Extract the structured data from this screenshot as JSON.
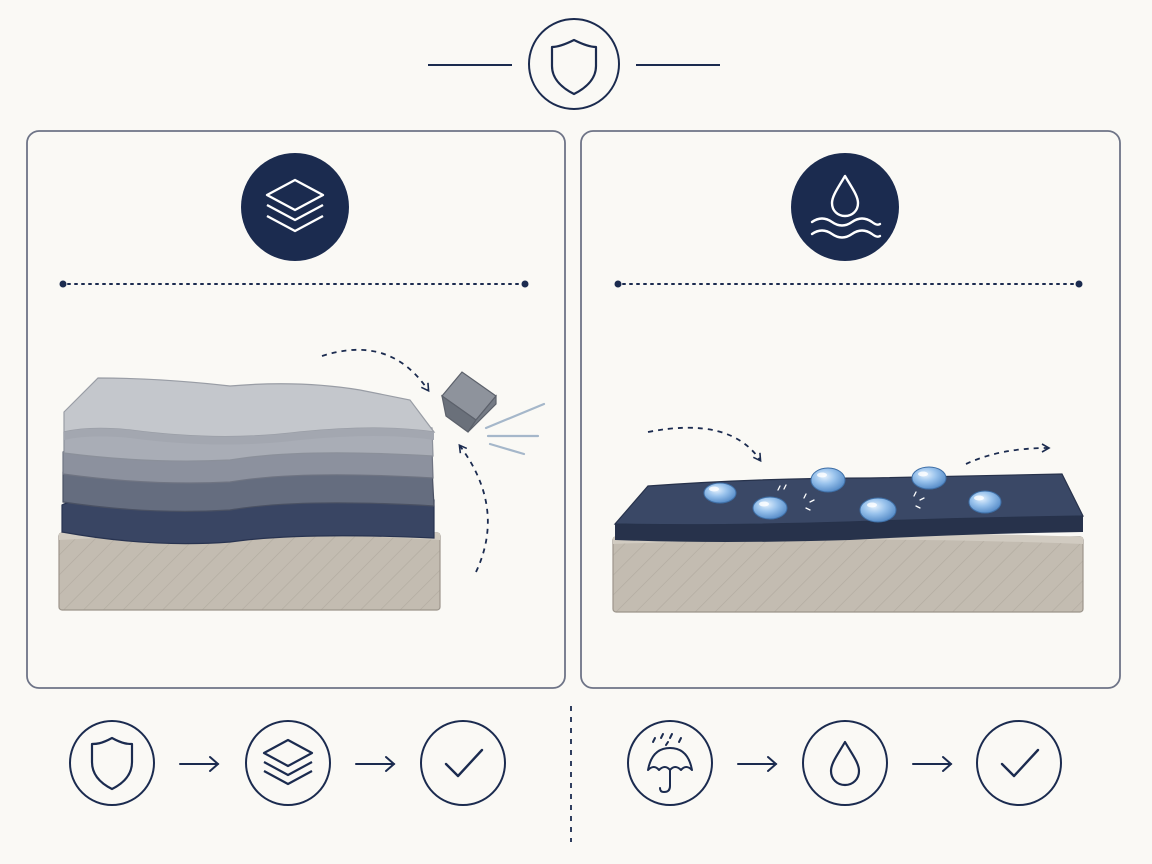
{
  "colors": {
    "background": "#faf9f5",
    "navy": "#1b2b4f",
    "panel_border": "#6e7487",
    "substrate_fill": "#c2bbb0",
    "membrane_dark": "#364565",
    "droplet": "#8fb9e6"
  },
  "header": {
    "emblem_icon": "shield-icon"
  },
  "panels": [
    {
      "id": "layered-protection",
      "badge_icon": "stacked-layers-icon",
      "illustration": "impact-resistant-layered-coating",
      "layers": [
        "top-light-gray",
        "light-gray",
        "mid-gray",
        "dark-gray",
        "navy-base"
      ]
    },
    {
      "id": "water-repellent",
      "badge_icon": "water-drop-waves-icon",
      "illustration": "hydrophobic-membrane-beading-water",
      "droplet_count": 6
    }
  ],
  "flows": [
    {
      "id": "layered-flow",
      "steps": [
        "shield-icon",
        "stacked-layers-icon",
        "checkmark-icon"
      ]
    },
    {
      "id": "water-flow",
      "steps": [
        "umbrella-rain-icon",
        "water-drop-icon",
        "checkmark-icon"
      ]
    }
  ]
}
